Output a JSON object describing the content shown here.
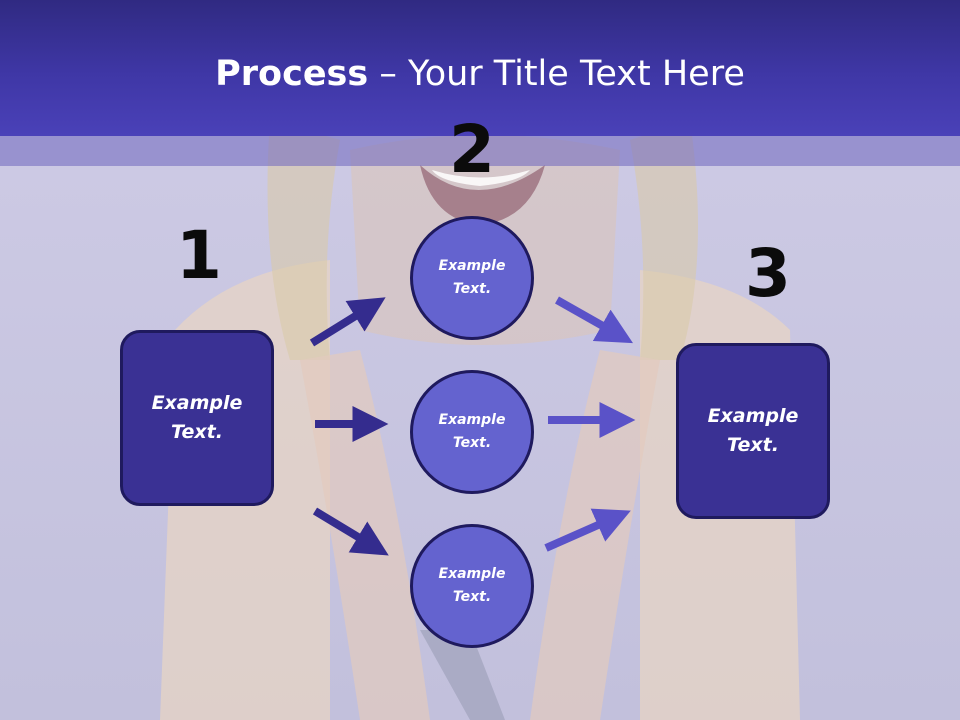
{
  "slide": {
    "title_bold": "Process",
    "title_rest": " – Your Title Text Here"
  },
  "steps": {
    "step1": {
      "number": "1",
      "text": "Example Text."
    },
    "step2": {
      "number": "2",
      "circles": [
        {
          "text": "Example Text."
        },
        {
          "text": "Example Text."
        },
        {
          "text": "Example Text."
        }
      ]
    },
    "step3": {
      "number": "3",
      "text": "Example Text."
    }
  },
  "colors": {
    "title_bar": "#3f37a6",
    "box_fill": "#3a3194",
    "circle_fill": "#6463cf",
    "outline": "#1f1a5e",
    "arrow_dark": "#342c8e",
    "arrow_light": "#5a52c8"
  }
}
